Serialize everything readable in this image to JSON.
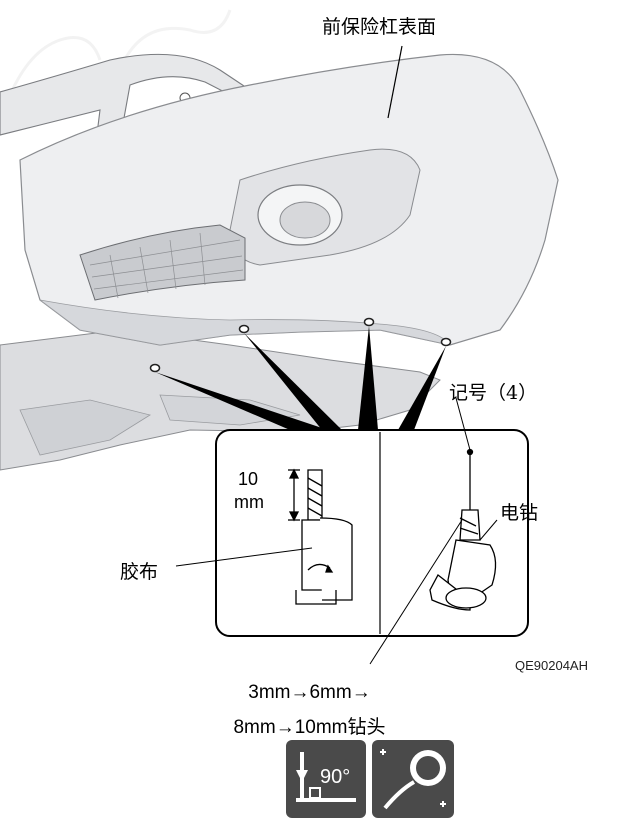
{
  "labels": {
    "bumper_surface": "前保险杠表面",
    "mark": "记号（4）",
    "drill": "电钻",
    "tape": "胶布",
    "ten": "10",
    "mm": "mm",
    "figure_code": "QE90204AH",
    "bit_sizes_line1": "3mm→6mm→",
    "bit_sizes_line2": "8mm→10mm钻头",
    "angle": "90°"
  },
  "colors": {
    "line": "#000000",
    "bumper_fill": "#eeeff1",
    "bumper_shadow": "#d6d8dc",
    "undertray": "#dcdde0",
    "icon_bg": "#4a4a4a"
  },
  "icons": [
    "perpendicular-90-degree-icon",
    "drill-icon"
  ]
}
